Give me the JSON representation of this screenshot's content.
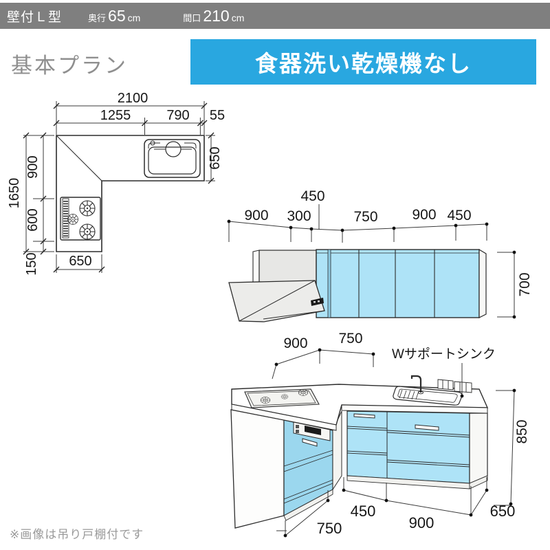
{
  "header": {
    "type": "壁付Ｌ型",
    "depth_label": "奥行",
    "depth_value": "65",
    "depth_unit": "cm",
    "width_label": "間口",
    "width_value": "210",
    "width_unit": "cm"
  },
  "section": {
    "plan_title": "基本プラン",
    "banner": "食器洗い乾燥機なし"
  },
  "floor_plan": {
    "dims": {
      "total_width": "2100",
      "seg_left": "1255",
      "seg_sink": "790",
      "seg_end": "55",
      "counter_depth": "650",
      "total_depth": "1650",
      "depth_upper": "900",
      "depth_cooktop": "600",
      "depth_lower": "150",
      "leg_width": "650"
    }
  },
  "elevation": {
    "dims": {
      "s1": "900",
      "s2": "300",
      "s3": "450",
      "s4": "750",
      "s5": "900",
      "s6": "450",
      "cabinet_height": "700"
    }
  },
  "perspective": {
    "sink_label": "Wサポートシンク",
    "dims": {
      "back_left": "900",
      "back_right": "750",
      "height": "850",
      "bottom_left": "750",
      "bottom_mid": "450",
      "bottom_right": "900",
      "side_depth": "650"
    }
  },
  "footnote": "※画像は吊り戸棚付です",
  "colors": {
    "header_bg": "#7f7f7f",
    "banner_bg": "#29a7e0",
    "cabinet_blue": "#aee3f7",
    "title_gray": "#8f8f8f"
  }
}
